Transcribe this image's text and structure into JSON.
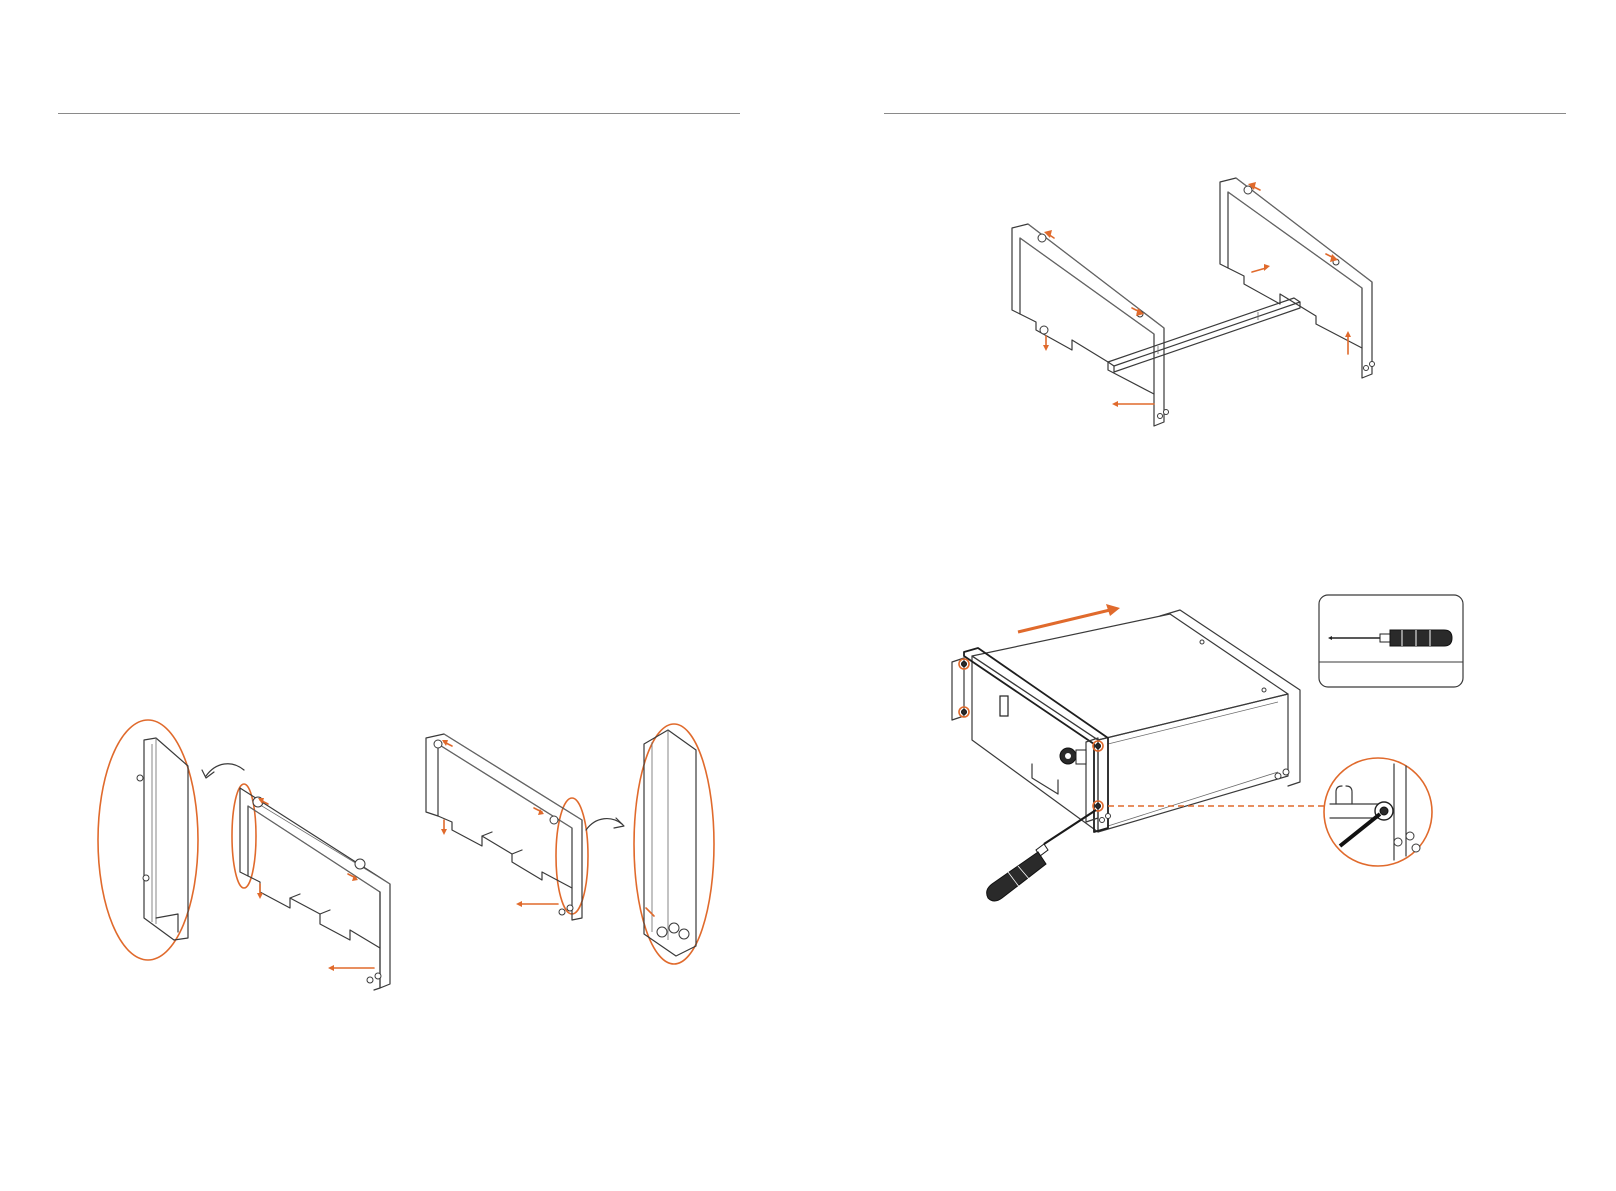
{
  "colors": {
    "accent": "#e06a2c",
    "line": "#3a3a3a",
    "rule": "#8a8a8a",
    "background": "#ffffff"
  },
  "pages": [
    {
      "side": "left",
      "figures": [
        {
          "id": "bracket-removal-left",
          "icons": [
            "bracket-icon",
            "zoom-callout-icon",
            "rotate-arrow-icon"
          ]
        },
        {
          "id": "bracket-removal-right",
          "icons": [
            "bracket-icon",
            "zoom-callout-icon",
            "rotate-arrow-icon"
          ]
        }
      ]
    },
    {
      "side": "right",
      "figures": [
        {
          "id": "bracket-pair-assembly",
          "icons": [
            "bracket-icon",
            "connecting-rail-icon"
          ]
        },
        {
          "id": "battery-module-installation",
          "icons": [
            "battery-module-icon",
            "screwdriver-icon",
            "zoom-callout-icon",
            "push-arrow-icon"
          ]
        }
      ],
      "tool_box": {
        "icon": "screwdriver-icon"
      }
    }
  ]
}
